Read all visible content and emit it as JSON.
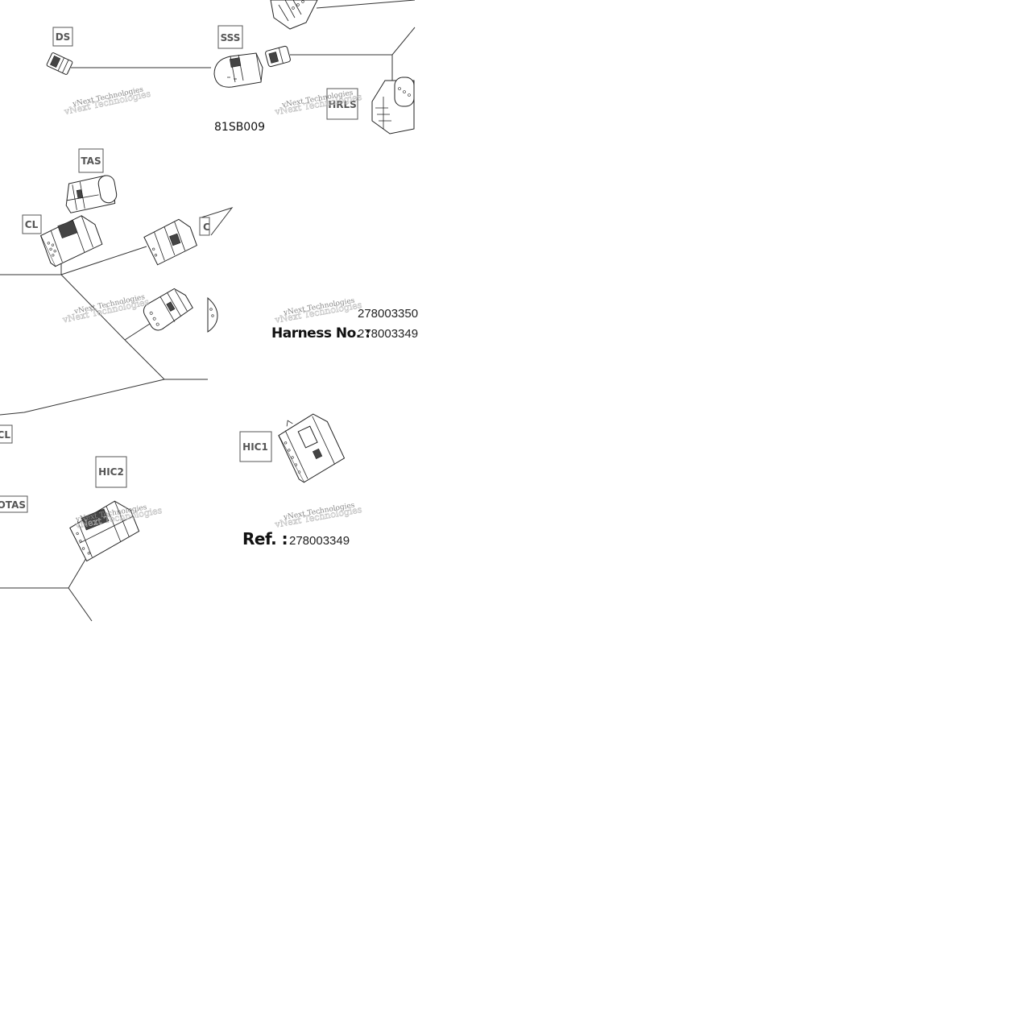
{
  "connectors": {
    "ds": "DS",
    "sss": "SSS",
    "hrls": "HRLS",
    "tas": "TAS",
    "cl_top": "CL",
    "cl_partial": "C",
    "cl_bottom": "CL",
    "otas": "OTAS",
    "hic2": "HIC2",
    "hic1": "HIC1"
  },
  "watermark": {
    "text": "vNext Technologies"
  },
  "diagram_code": "81SB009",
  "harness": {
    "alt_number": "278003350",
    "label": "Harness No. :",
    "number": "278003349"
  },
  "reference": {
    "label": "Ref. :",
    "number": "278003349"
  }
}
